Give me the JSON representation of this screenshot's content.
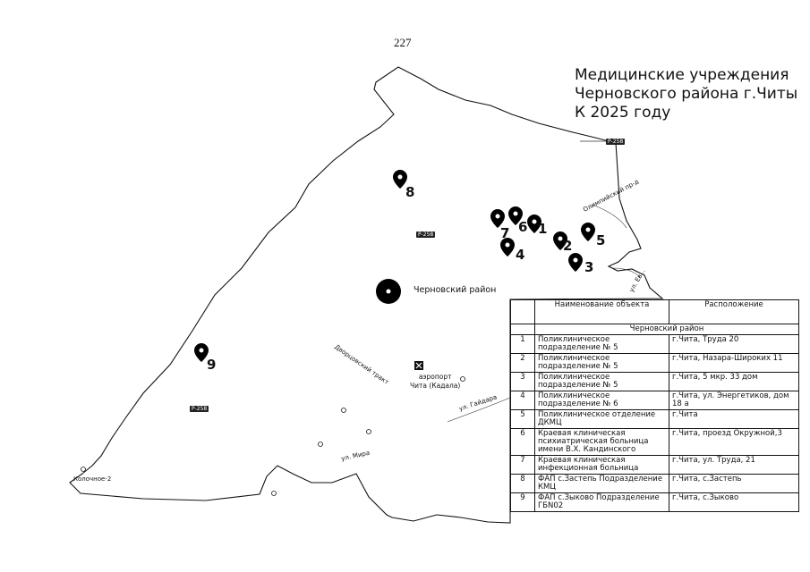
{
  "page_number": "227",
  "title": "Медицинские учреждения\nЧерновского района г.Читы\nК 2025 году",
  "district_label": "Черновский район",
  "airport_label": "аэропорт\nЧита (Кадала)",
  "streets": {
    "olympic": "Олимпийский пр-д",
    "energy": "ул. Ев...",
    "dvor": "Дворцовский тракт",
    "gaidar": "ул. Гайдара",
    "mira": "ул. Мира",
    "kolochnoe": "Колочное-2"
  },
  "roads": [
    "Р-258",
    "Р-258",
    "Р-258"
  ],
  "markers": [
    "1",
    "2",
    "3",
    "4",
    "5",
    "6",
    "7",
    "8",
    "9"
  ],
  "table": {
    "headers": [
      "",
      "Наименование объекта",
      "Расположение"
    ],
    "region": "Черновский район",
    "rows": [
      {
        "n": "1",
        "name": "Поликлиническое подразделение № 5",
        "loc": "г.Чита, Труда 20"
      },
      {
        "n": "2",
        "name": "Поликлиническое подразделение № 5",
        "loc": "г.Чита, Назара-Широких 11"
      },
      {
        "n": "3",
        "name": "Поликлиническое подразделение № 5",
        "loc": "г.Чита, 5 мкр. 33 дом"
      },
      {
        "n": "4",
        "name": "Поликлиническое подразделение № 6",
        "loc": "г.Чита, ул. Энергетиков, дом 18 а"
      },
      {
        "n": "5",
        "name": "Поликлиническое отделение ДКМЦ",
        "loc": "г.Чита"
      },
      {
        "n": "6",
        "name": "Краевая клиническая психиатрическая больница имени В.Х. Кандинского",
        "loc": "г.Чита, проезд Окружной,3"
      },
      {
        "n": "7",
        "name": "Краевая клиническая инфекционная больница",
        "loc": "г.Чита, ул. Труда, 21"
      },
      {
        "n": "8",
        "name": "ФАП с.Застепь Подразделение КМЦ",
        "loc": "г.Чита, с.Застепь"
      },
      {
        "n": "9",
        "name": "ФАП с.Зыково Подразделение ГБN02",
        "loc": "г.Чита, с.Зыково"
      }
    ]
  }
}
